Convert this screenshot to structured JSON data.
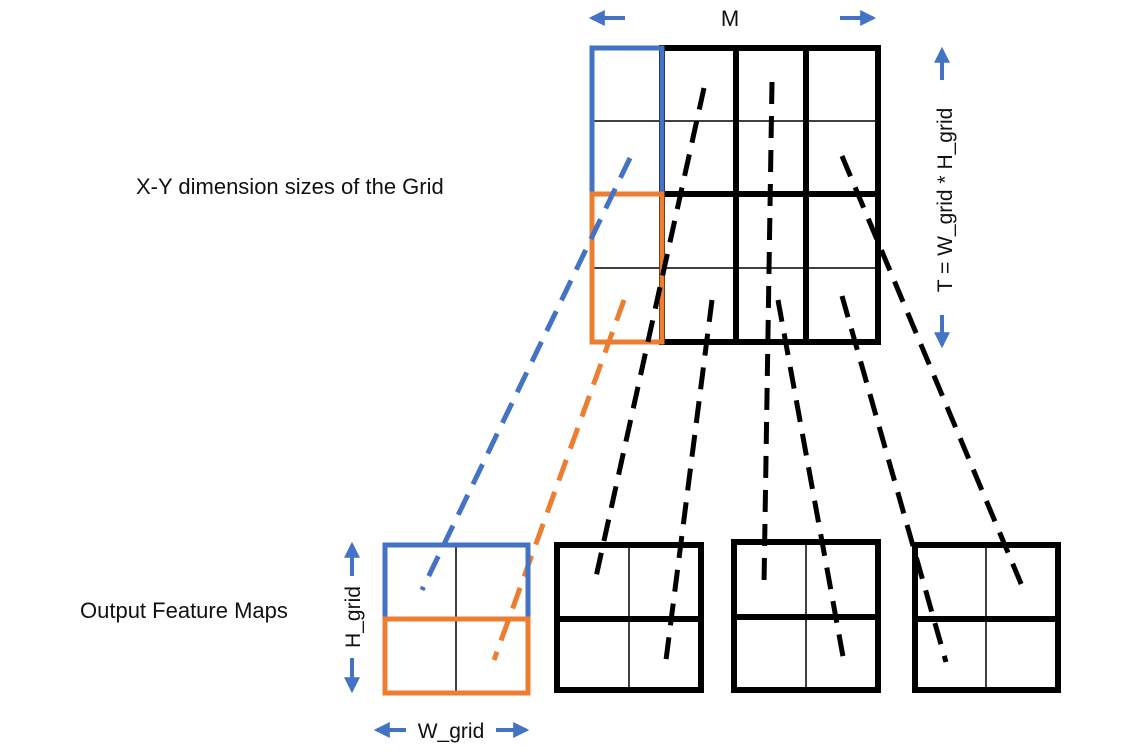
{
  "labels": {
    "grid_label": "X-Y dimension sizes of the Grid",
    "output_label": "Output Feature Maps",
    "m_label": "M",
    "t_label": "T = W_grid * H_grid",
    "h_grid_label": "H_grid",
    "w_grid_label": "W_grid"
  },
  "colors": {
    "blue": "#4472c4",
    "orange": "#ed7d31",
    "black": "#000000",
    "arrow": "#4472c4"
  }
}
